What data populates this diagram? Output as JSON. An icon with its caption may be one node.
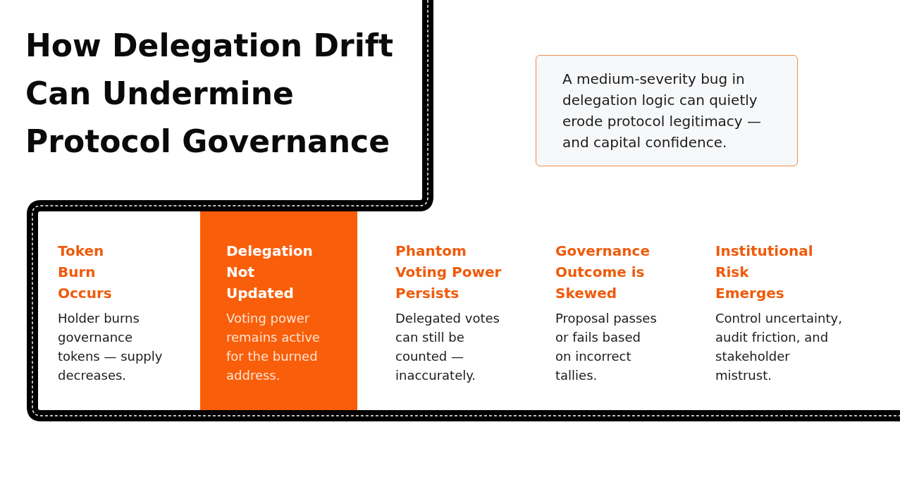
{
  "diagram": {
    "title": "How Delegation Drift Can Undermine Protocol Governance",
    "nodes": [
      {
        "text": [
          "A medium-severity bug in delegation logic can quietly erode protocol legitimacy — and capital confidence."
        ]
      },
      {
        "text": [
          "Token Burn Occurs",
          "Holder burns governance tokens — supply decreases."
        ]
      },
      {
        "text": [
          "Delegation Not Updated",
          "Voting power remains active for the burned address."
        ]
      },
      {
        "text": [
          "Phantom Voting Power Persists",
          "Delegated votes can still be counted — inaccurately."
        ]
      },
      {
        "text": [
          "Governance Outcome is Skewed",
          "Proposal passes or fails based on incorrect tallies."
        ]
      },
      {
        "text": [
          "Institutional Risk Emerges",
          "Control uncertainty, audit friction, and stakeholder mistrust."
        ]
      }
    ]
  }
}
